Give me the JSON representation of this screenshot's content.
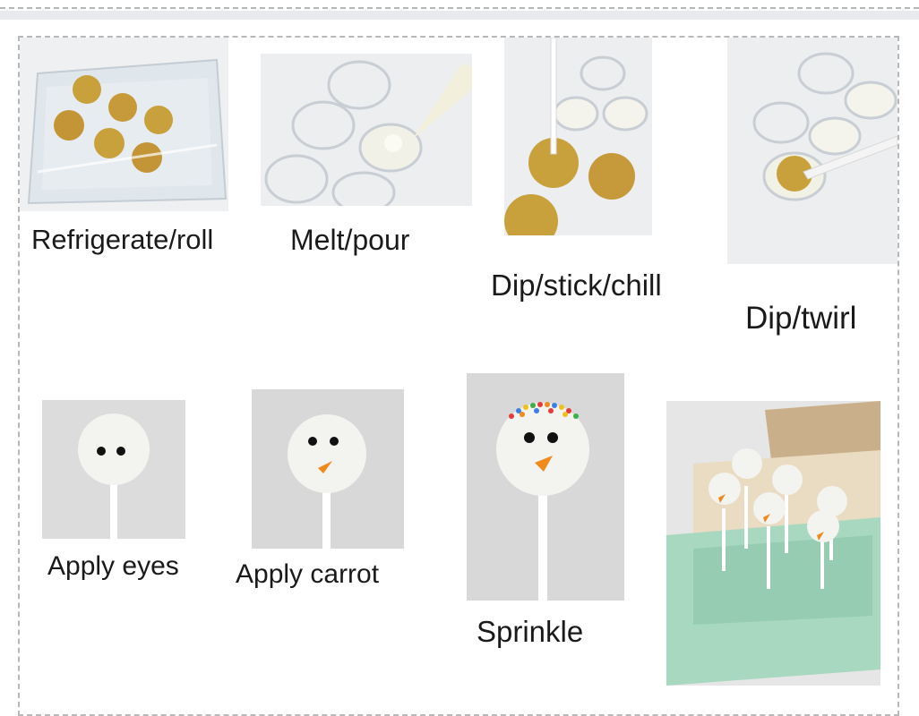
{
  "steps": [
    {
      "label": "Refrigerate/roll"
    },
    {
      "label": "Melt/pour"
    },
    {
      "label": "Dip/stick/chill"
    },
    {
      "label": "Dip/twirl"
    },
    {
      "label": "Apply eyes"
    },
    {
      "label": "Apply carrot"
    },
    {
      "label": "Sprinkle"
    }
  ],
  "photos": [
    {
      "name": "cake-balls-in-tray-photo"
    },
    {
      "name": "melted-chocolate-pour-photo"
    },
    {
      "name": "dip-stick-photo"
    },
    {
      "name": "dip-twirl-photo"
    },
    {
      "name": "cake-pop-eyes-photo"
    },
    {
      "name": "cake-pop-carrot-photo"
    },
    {
      "name": "cake-pop-sprinkles-photo"
    },
    {
      "name": "boxed-snowman-cake-pops-photo"
    }
  ],
  "colors": {
    "cake": "#c9a13c",
    "coating": "#f3f3ef",
    "carrot": "#f08a1c",
    "box": "#a8d8c0",
    "border": "#b8b8b8"
  }
}
